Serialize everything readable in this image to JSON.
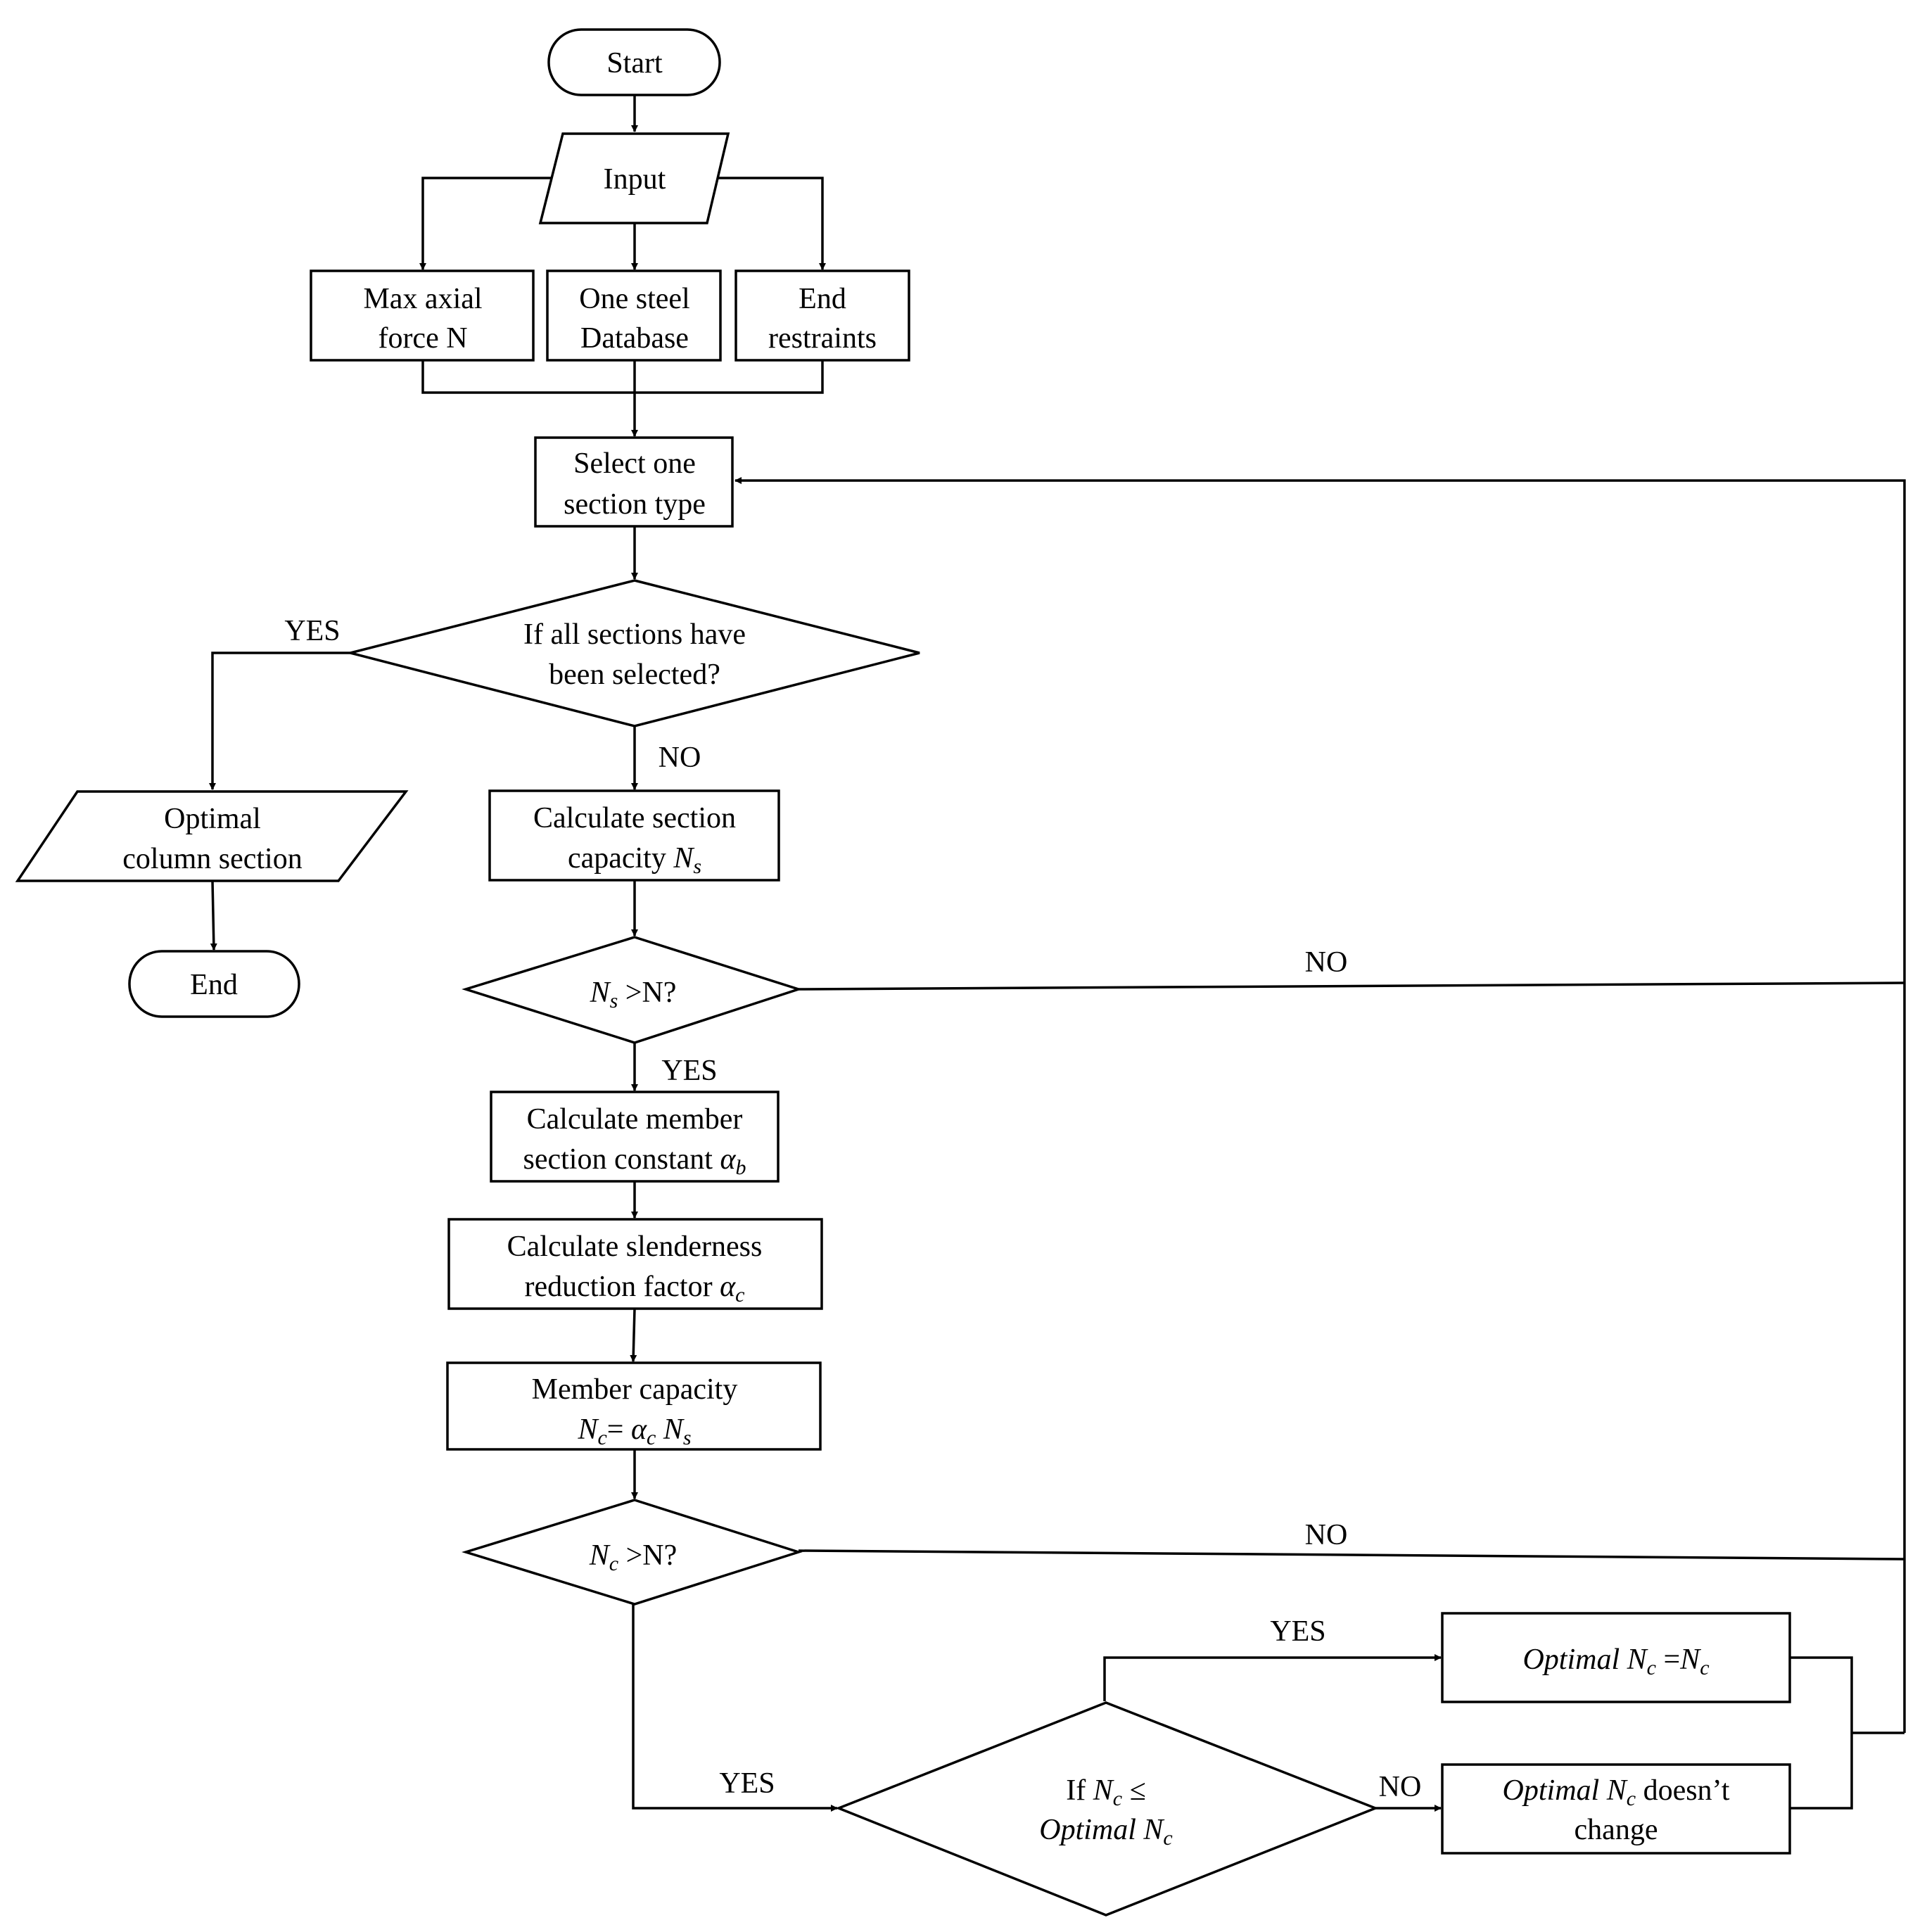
{
  "nodes": {
    "start": "Start",
    "input": "Input",
    "max_axial_1": "Max axial",
    "max_axial_2": "force N",
    "database_1": "One steel",
    "database_2": "Database",
    "restraints_1": "End",
    "restraints_2": "restraints",
    "select_1": "Select one",
    "select_2": "section type",
    "all_selected_1": "If all sections have",
    "all_selected_2": "been selected?",
    "optimal_section_1": "Optimal",
    "optimal_section_2": "column section",
    "end": "End",
    "calc_section_1": "Calculate section",
    "calc_section_2": "capacity",
    "ns_var": "N",
    "ns_sub": "s",
    "ns_check_rest": " >N?",
    "calc_member_1": "Calculate member",
    "calc_member_2": "section constant",
    "alpha_b_var": "α",
    "alpha_b_sub": "b",
    "calc_slender_1": "Calculate slenderness",
    "calc_slender_2": "reduction factor",
    "alpha_c_var": "α",
    "alpha_c_sub": "c",
    "member_cap_1": "Member capacity",
    "nc_var": "N",
    "nc_sub": "c",
    "nc_eq": "= ",
    "nc_check_rest": " >N?",
    "if_nc_prefix": "If ",
    "if_nc_leq": " ≤",
    "optimal_word": "Optimal",
    "opt_set_eq": " =",
    "doesnt_change": " doesn’t",
    "change": "change"
  },
  "edge_labels": {
    "yes_all": "YES",
    "no_all": "NO",
    "no_ns": "NO",
    "yes_ns": "YES",
    "no_nc": "NO",
    "yes_nc": "YES",
    "yes_opt": "YES",
    "no_opt": "NO"
  }
}
